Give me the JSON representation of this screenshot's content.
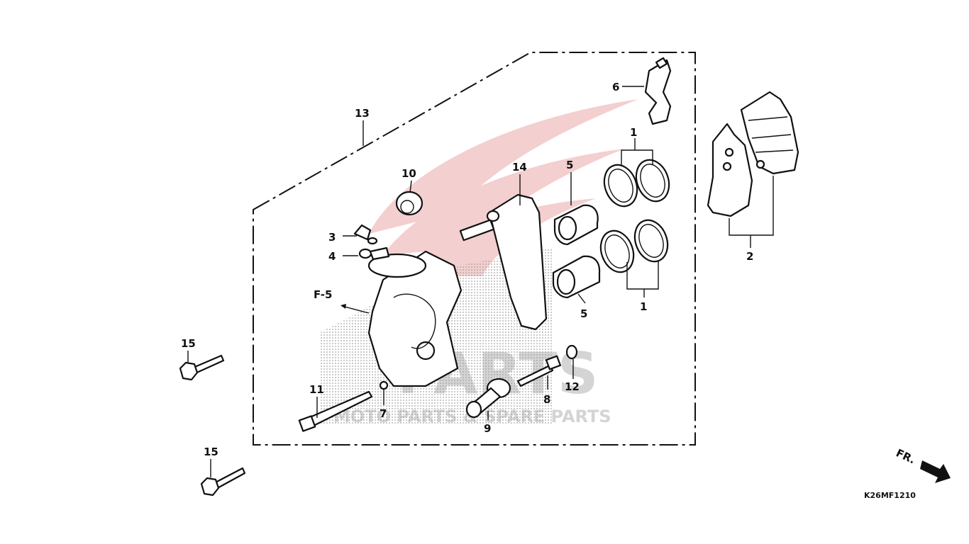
{
  "diagram": {
    "labels": {
      "p1_top": "1",
      "p1_bottom": "1",
      "p2": "2",
      "p3": "3",
      "p4": "4",
      "p5_top": "5",
      "p5_bottom": "5",
      "p6": "6",
      "p7": "7",
      "p8": "8",
      "p9": "9",
      "p10": "10",
      "p11": "11",
      "p12": "12",
      "p13": "13",
      "p14": "14",
      "p15_top": "15",
      "p15_bottom": "15",
      "ref": "F-5"
    },
    "direction_label": "FR.",
    "diagram_code": "K26MF1210",
    "watermark": {
      "brand": "PARTS",
      "tagline": "MOTO PARTS & SPARE PARTS"
    },
    "colors": {
      "line": "#111111",
      "watermark_logo": "#e8a0a0",
      "watermark_text": "#d4d4d4",
      "stipple": "#9a9a9a"
    }
  }
}
